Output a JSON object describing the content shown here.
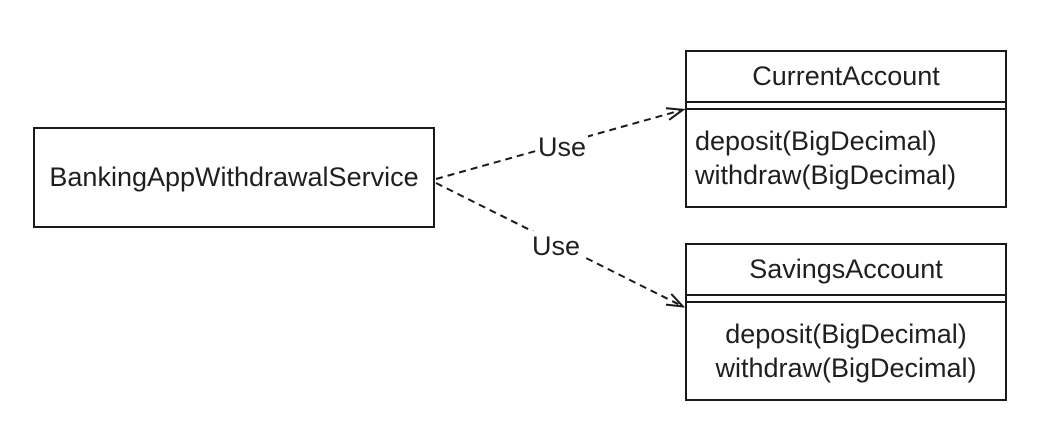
{
  "diagram": {
    "kind": "uml-class-diagram",
    "colors": {
      "background": "#ffffff",
      "stroke": "#1a1a1a",
      "text": "#1f1f1f"
    },
    "service": {
      "name": "BankingAppWithdrawalService"
    },
    "classes": [
      {
        "name": "CurrentAccount",
        "attributes": [],
        "methods": [
          "deposit(BigDecimal)",
          "withdraw(BigDecimal)"
        ]
      },
      {
        "name": "SavingsAccount",
        "attributes": [],
        "methods": [
          "deposit(BigDecimal)",
          "withdraw(BigDecimal)"
        ]
      }
    ],
    "dependencies": [
      {
        "label": "Use",
        "from": "BankingAppWithdrawalService",
        "to": "CurrentAccount"
      },
      {
        "label": "Use",
        "from": "BankingAppWithdrawalService",
        "to": "SavingsAccount"
      }
    ]
  }
}
